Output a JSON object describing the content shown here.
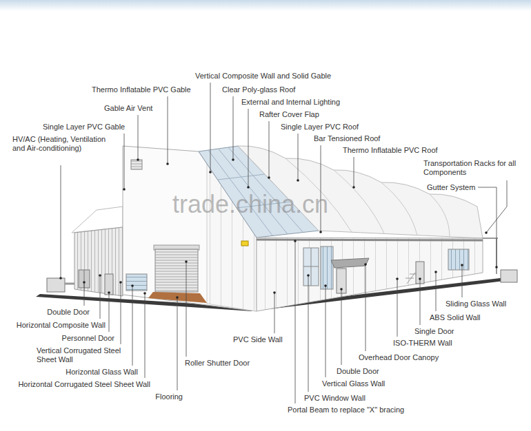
{
  "diagram": {
    "labels": [
      "Vertical Composite Wall and Solid Gable",
      "Thermo Inflatable PVC Gable",
      "Clear Poly-glass Roof",
      "External and Internal Lighting",
      "Gable Air Vent",
      "Rafter Cover Flap",
      "Single Layer PVC Gable",
      "Single Layer PVC Roof",
      "Bar Tensioned Roof",
      "HV/AC (Heating, Ventilation and Air-conditioning)",
      "Thermo Inflatable PVC Roof",
      "Transportation Racks for all Components",
      "Gutter System",
      "trade.china.cn",
      "Double Door",
      "Horizontal Composite Wall",
      "Personnel Door",
      "Vertical Corrugated Steel Sheet Wall",
      "Horizontal Glass Wall",
      "Horizontal Corrugated Steel Sheet Wall",
      "Flooring",
      "Roller Shutter Door",
      "PVC Side Wall",
      "PVC Window Wall",
      "Portal Beam to replace \"X\" bracing",
      "Vertical Glass Wall",
      "Double Door",
      "Overhead Door Canopy",
      "ISO-THERM Wall",
      "Single Door",
      "ABS Solid Wall",
      "Sliding Glass Wall"
    ]
  }
}
